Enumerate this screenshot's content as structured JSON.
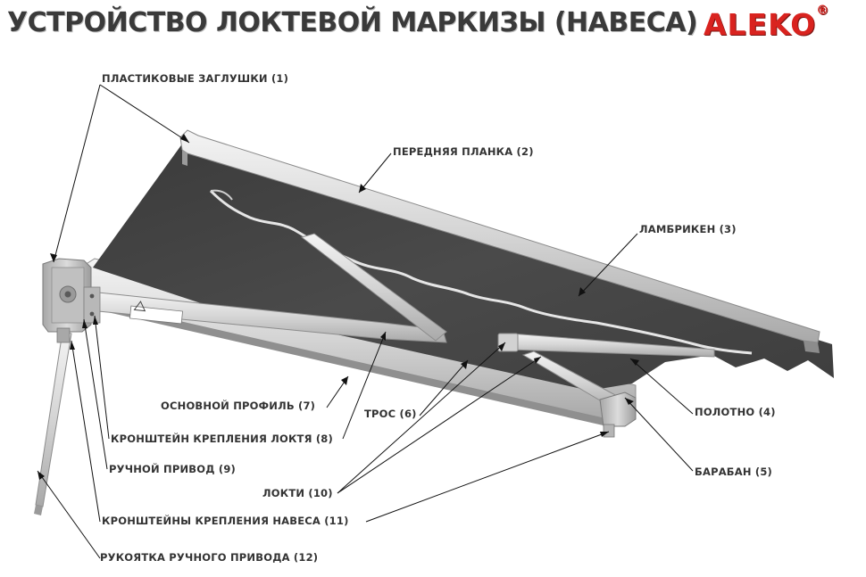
{
  "title": "УСТРОЙСТВО ЛОКТЕВОЙ МАРКИЗЫ (НАВЕСА)",
  "brand": {
    "name": "ALEKO",
    "mark": "®",
    "color": "#d9231f"
  },
  "labels": [
    {
      "id": "plastic-caps",
      "text": "ПЛАСТИКОВЫЕ ЗАГЛУШКИ (1)"
    },
    {
      "id": "front-bar",
      "text": "ПЕРЕДНЯЯ ПЛАНКА (2)"
    },
    {
      "id": "valance",
      "text": "ЛАМБРИКЕН (3)"
    },
    {
      "id": "canvas",
      "text": "ПОЛОТНО (4)"
    },
    {
      "id": "drum",
      "text": "БАРАБАН (5)"
    },
    {
      "id": "cable",
      "text": "ТРОС (6)"
    },
    {
      "id": "main-profile",
      "text": "ОСНОВНОЙ ПРОФИЛЬ (7)"
    },
    {
      "id": "elbow-bracket",
      "text": "КРОНШТЕЙН КРЕПЛЕНИЯ ЛОКТЯ (8)"
    },
    {
      "id": "manual-drive",
      "text": "РУЧНОЙ ПРИВОД (9)"
    },
    {
      "id": "elbows",
      "text": "ЛОКТИ (10)"
    },
    {
      "id": "awning-brackets",
      "text": "КРОНШТЕЙНЫ КРЕПЛЕНИЯ НАВЕСА (11)"
    },
    {
      "id": "drive-handle",
      "text": "РУКОЯТКА РУЧНОГО ПРИВОДА (12)"
    }
  ]
}
